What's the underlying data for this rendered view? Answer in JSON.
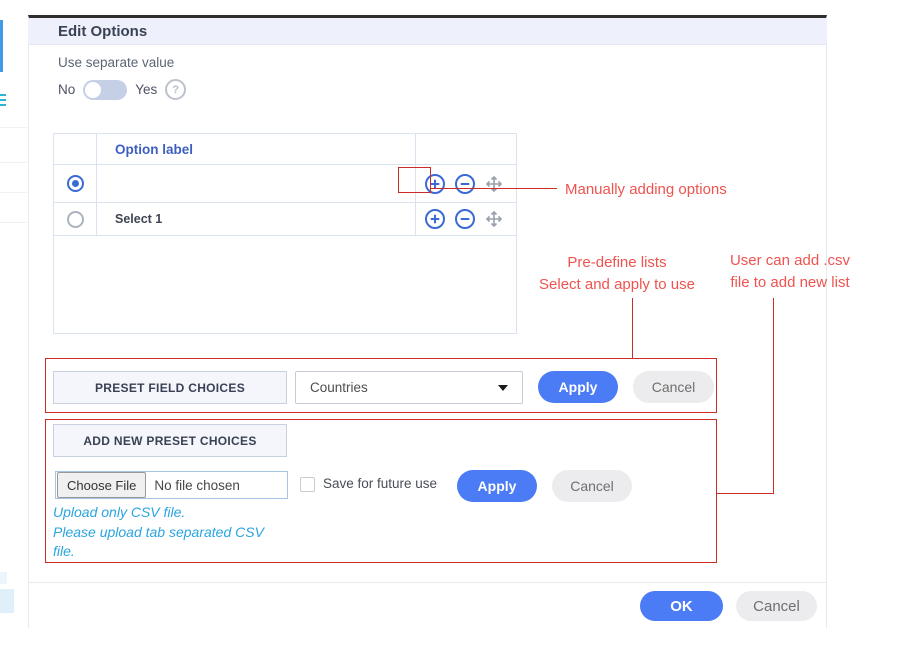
{
  "dialog": {
    "title": "Edit Options",
    "separate_value": {
      "label": "Use separate value",
      "no_label": "No",
      "yes_label": "Yes",
      "help_glyph": "?"
    },
    "options_table": {
      "header": "Option label",
      "rows": [
        {
          "label": "",
          "selected": true
        },
        {
          "label": "Select 1",
          "selected": false
        }
      ]
    },
    "preset_section": {
      "button_label": "PRESET FIELD CHOICES",
      "dropdown_value": "Countries",
      "apply_label": "Apply",
      "cancel_label": "Cancel"
    },
    "upload_section": {
      "button_label": "ADD NEW PRESET CHOICES",
      "choose_file_label": "Choose File",
      "file_status": "No file chosen",
      "checkbox_label": "Save for future use",
      "apply_label": "Apply",
      "cancel_label": "Cancel",
      "hint_line1": "Upload only CSV file.",
      "hint_line2": "Please upload tab separated CSV",
      "hint_line3": "file."
    },
    "footer": {
      "ok_label": "OK",
      "cancel_label": "Cancel"
    }
  },
  "annotations": {
    "manual_add": "Manually adding options",
    "predefine_line1": "Pre-define lists",
    "predefine_line2": "Select and apply to use",
    "csv_line1": "User can add .csv",
    "csv_line2": "file to add new list"
  },
  "icons": {
    "add": "plus-circle-icon",
    "remove": "minus-circle-icon",
    "move": "move-arrows-icon",
    "help": "question-circle-icon",
    "dropdown": "caret-down-icon"
  },
  "colors": {
    "accent_blue": "#4b7bf5",
    "table_icon_blue": "#3a6bd4",
    "header_band": "#eef1fb",
    "annotation_line_red": "#cc2b28",
    "annotation_text_red": "#ef534f",
    "hint_blue": "#2aa4de"
  }
}
